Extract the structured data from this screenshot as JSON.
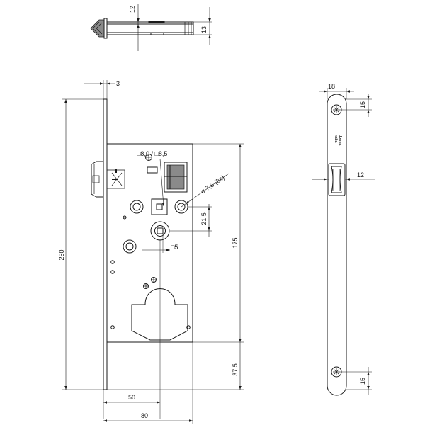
{
  "dimensions": {
    "top_height_a": "12",
    "top_height_b": "13",
    "faceplate_thickness": "3",
    "overall_height": "250",
    "square_spindle": "□8,0 / □8,5",
    "hole_dia": "ø 7,8 (2x)",
    "hole_offset": "21,5",
    "case_height": "175",
    "small_square": "□5",
    "bottom_offset": "37,5",
    "backset": "50",
    "case_depth": "80",
    "side_width": "18",
    "side_top_offset": "15",
    "side_latch": "12",
    "side_bottom_offset": "15"
  },
  "brand": {
    "line1": "dorma",
    "line2": "kaba"
  }
}
